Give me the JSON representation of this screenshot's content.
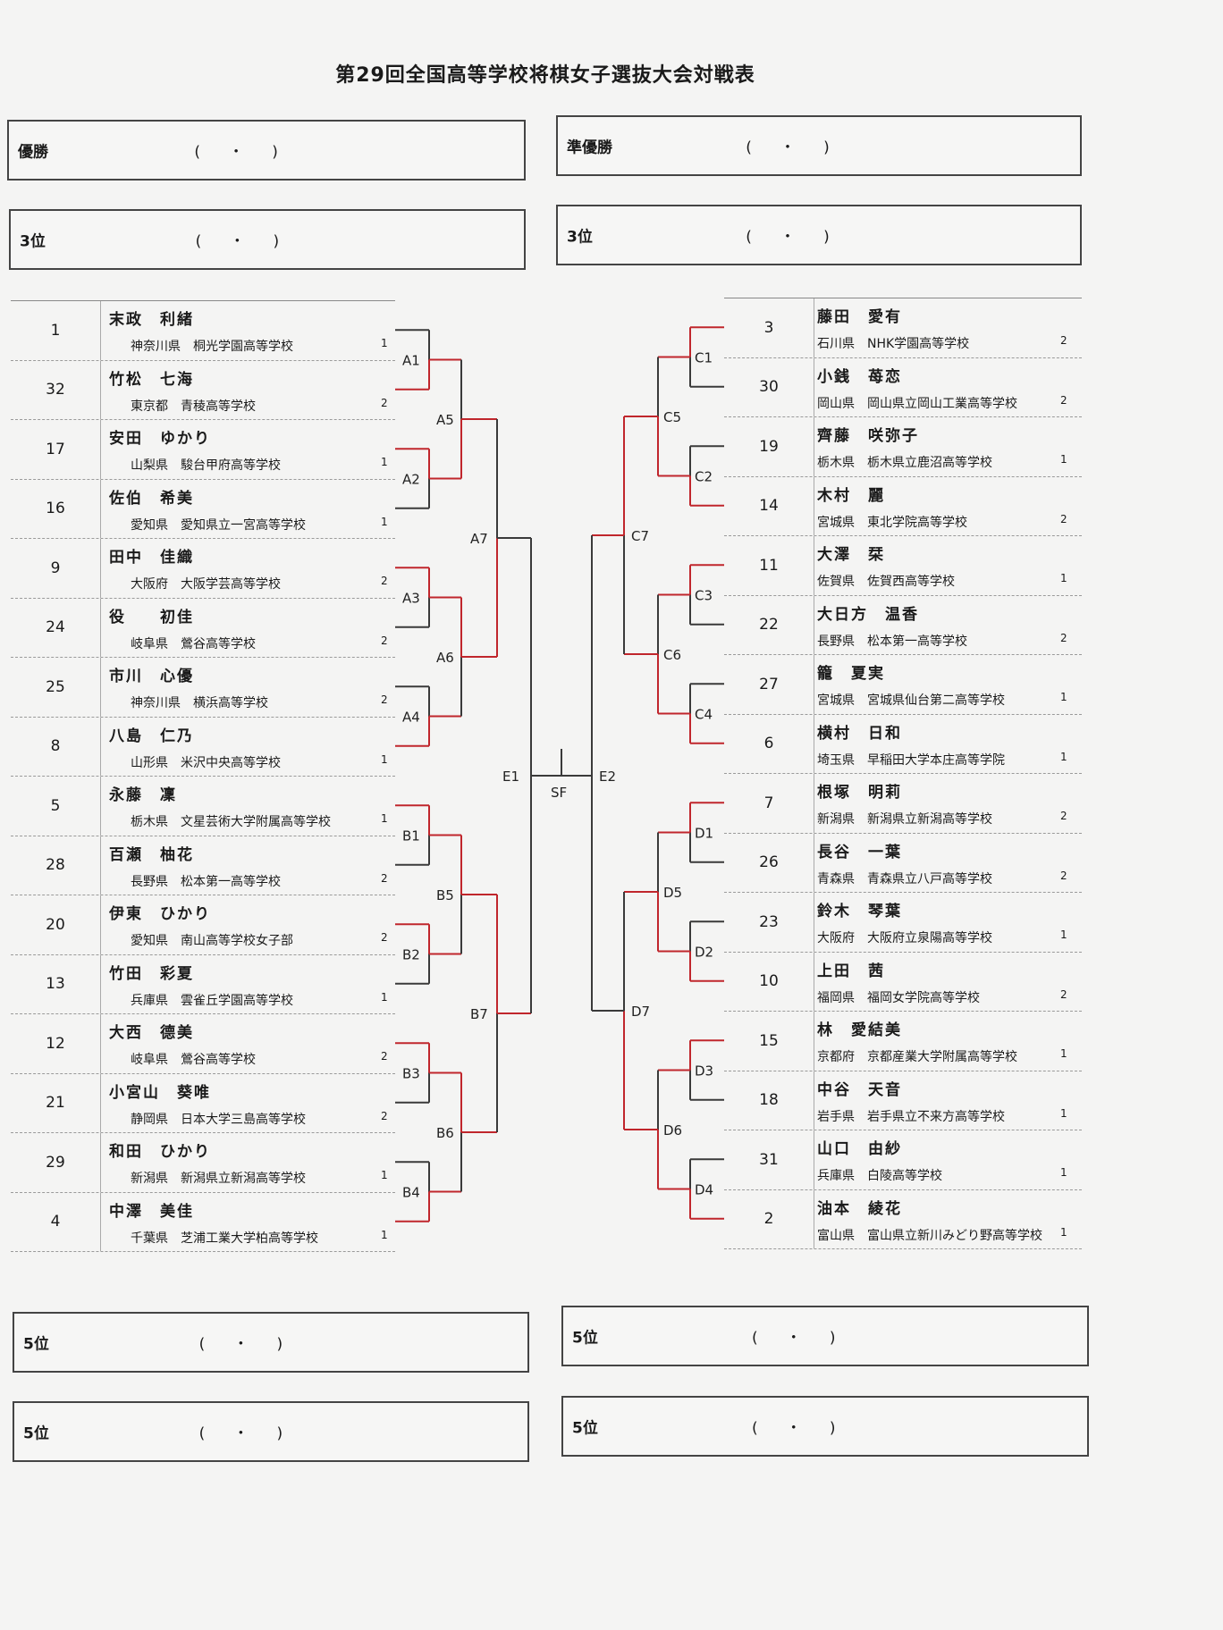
{
  "title": "第29回全国高等学校将棋女子選抜大会対戦表",
  "results": {
    "champion": {
      "label": "優勝",
      "slot": "(    ・    )"
    },
    "runner_up": {
      "label": "準優勝",
      "slot": "(    ・    )"
    },
    "third_a": {
      "label": "3位",
      "slot": "(    ・    )"
    },
    "third_b": {
      "label": "3位",
      "slot": "(    ・    )"
    },
    "fifth_a": {
      "label": "5位",
      "slot": "(    ・    )"
    },
    "fifth_b": {
      "label": "5位",
      "slot": "(    ・    )"
    },
    "fifth_c": {
      "label": "5位",
      "slot": "(    ・    )"
    },
    "fifth_d": {
      "label": "5位",
      "slot": "(    ・    )"
    }
  },
  "left_players": [
    {
      "seed": "1",
      "name": "末政　利緒",
      "school": "神奈川県　桐光学園高等学校",
      "score": "1"
    },
    {
      "seed": "32",
      "name": "竹松　七海",
      "school": "東京都　青稜高等学校",
      "score": "2"
    },
    {
      "seed": "17",
      "name": "安田　ゆかり",
      "school": "山梨県　駿台甲府高等学校",
      "score": "1"
    },
    {
      "seed": "16",
      "name": "佐伯　希美",
      "school": "愛知県　愛知県立一宮高等学校",
      "score": "1"
    },
    {
      "seed": "9",
      "name": "田中　佳織",
      "school": "大阪府　大阪学芸高等学校",
      "score": "2"
    },
    {
      "seed": "24",
      "name": "役　　初佳",
      "school": "岐阜県　鶯谷高等学校",
      "score": "2"
    },
    {
      "seed": "25",
      "name": "市川　心優",
      "school": "神奈川県　横浜高等学校",
      "score": "2"
    },
    {
      "seed": "8",
      "name": "八島　仁乃",
      "school": "山形県　米沢中央高等学校",
      "score": "1"
    },
    {
      "seed": "5",
      "name": "永藤　凜",
      "school": "栃木県　文星芸術大学附属高等学校",
      "score": "1"
    },
    {
      "seed": "28",
      "name": "百瀬　柚花",
      "school": "長野県　松本第一高等学校",
      "score": "2"
    },
    {
      "seed": "20",
      "name": "伊東　ひかり",
      "school": "愛知県　南山高等学校女子部",
      "score": "2"
    },
    {
      "seed": "13",
      "name": "竹田　彩夏",
      "school": "兵庫県　雲雀丘学園高等学校",
      "score": "1"
    },
    {
      "seed": "12",
      "name": "大西　德美",
      "school": "岐阜県　鶯谷高等学校",
      "score": "2"
    },
    {
      "seed": "21",
      "name": "小宮山　葵唯",
      "school": "静岡県　日本大学三島高等学校",
      "score": "2"
    },
    {
      "seed": "29",
      "name": "和田　ひかり",
      "school": "新潟県　新潟県立新潟高等学校",
      "score": "1"
    },
    {
      "seed": "4",
      "name": "中澤　美佳",
      "school": "千葉県　芝浦工業大学柏高等学校",
      "score": "1"
    }
  ],
  "right_players": [
    {
      "seed": "3",
      "name": "藤田　愛有",
      "school": "石川県　NHK学園高等学校",
      "score": "2"
    },
    {
      "seed": "30",
      "name": "小銭　苺恋",
      "school": "岡山県　岡山県立岡山工業高等学校",
      "score": "2"
    },
    {
      "seed": "19",
      "name": "齊藤　咲弥子",
      "school": "栃木県　栃木県立鹿沼高等学校",
      "score": "1"
    },
    {
      "seed": "14",
      "name": "木村　麗",
      "school": "宮城県　東北学院高等学校",
      "score": "2"
    },
    {
      "seed": "11",
      "name": "大澤　栞",
      "school": "佐賀県　佐賀西高等学校",
      "score": "1"
    },
    {
      "seed": "22",
      "name": "大日方　温香",
      "school": "長野県　松本第一高等学校",
      "score": "2"
    },
    {
      "seed": "27",
      "name": "籠　夏実",
      "school": "宮城県　宮城県仙台第二高等学校",
      "score": "1"
    },
    {
      "seed": "6",
      "name": "横村　日和",
      "school": "埼玉県　早稲田大学本庄高等学院",
      "score": "1"
    },
    {
      "seed": "7",
      "name": "根塚　明莉",
      "school": "新潟県　新潟県立新潟高等学校",
      "score": "2"
    },
    {
      "seed": "26",
      "name": "長谷　一葉",
      "school": "青森県　青森県立八戸高等学校",
      "score": "2"
    },
    {
      "seed": "23",
      "name": "鈴木　琴葉",
      "school": "大阪府　大阪府立泉陽高等学校",
      "score": "1"
    },
    {
      "seed": "10",
      "name": "上田　茜",
      "school": "福岡県　福岡女学院高等学校",
      "score": "2"
    },
    {
      "seed": "15",
      "name": "林　愛結美",
      "school": "京都府　京都産業大学附属高等学校",
      "score": "1"
    },
    {
      "seed": "18",
      "name": "中谷　天音",
      "school": "岩手県　岩手県立不来方高等学校",
      "score": "1"
    },
    {
      "seed": "31",
      "name": "山口　由紗",
      "school": "兵庫県　白陵高等学校",
      "score": "1"
    },
    {
      "seed": "2",
      "name": "油本　綾花",
      "school": "富山県　富山県立新川みどり野高等学校",
      "score": "1"
    }
  ],
  "match_labels": {
    "A1": "A1",
    "A2": "A2",
    "A3": "A3",
    "A4": "A4",
    "A5": "A5",
    "A6": "A6",
    "A7": "A7",
    "B1": "B1",
    "B2": "B2",
    "B3": "B3",
    "B4": "B4",
    "B5": "B5",
    "B6": "B6",
    "B7": "B7",
    "C1": "C1",
    "C2": "C2",
    "C3": "C3",
    "C4": "C4",
    "C5": "C5",
    "C6": "C6",
    "C7": "C7",
    "D1": "D1",
    "D2": "D2",
    "D3": "D3",
    "D4": "D4",
    "D5": "D5",
    "D6": "D6",
    "D7": "D7",
    "E1": "E1",
    "E2": "E2",
    "SF": "SF"
  },
  "colors": {
    "winner_line": "#c0262c",
    "bracket_line": "#3a3a3a"
  }
}
